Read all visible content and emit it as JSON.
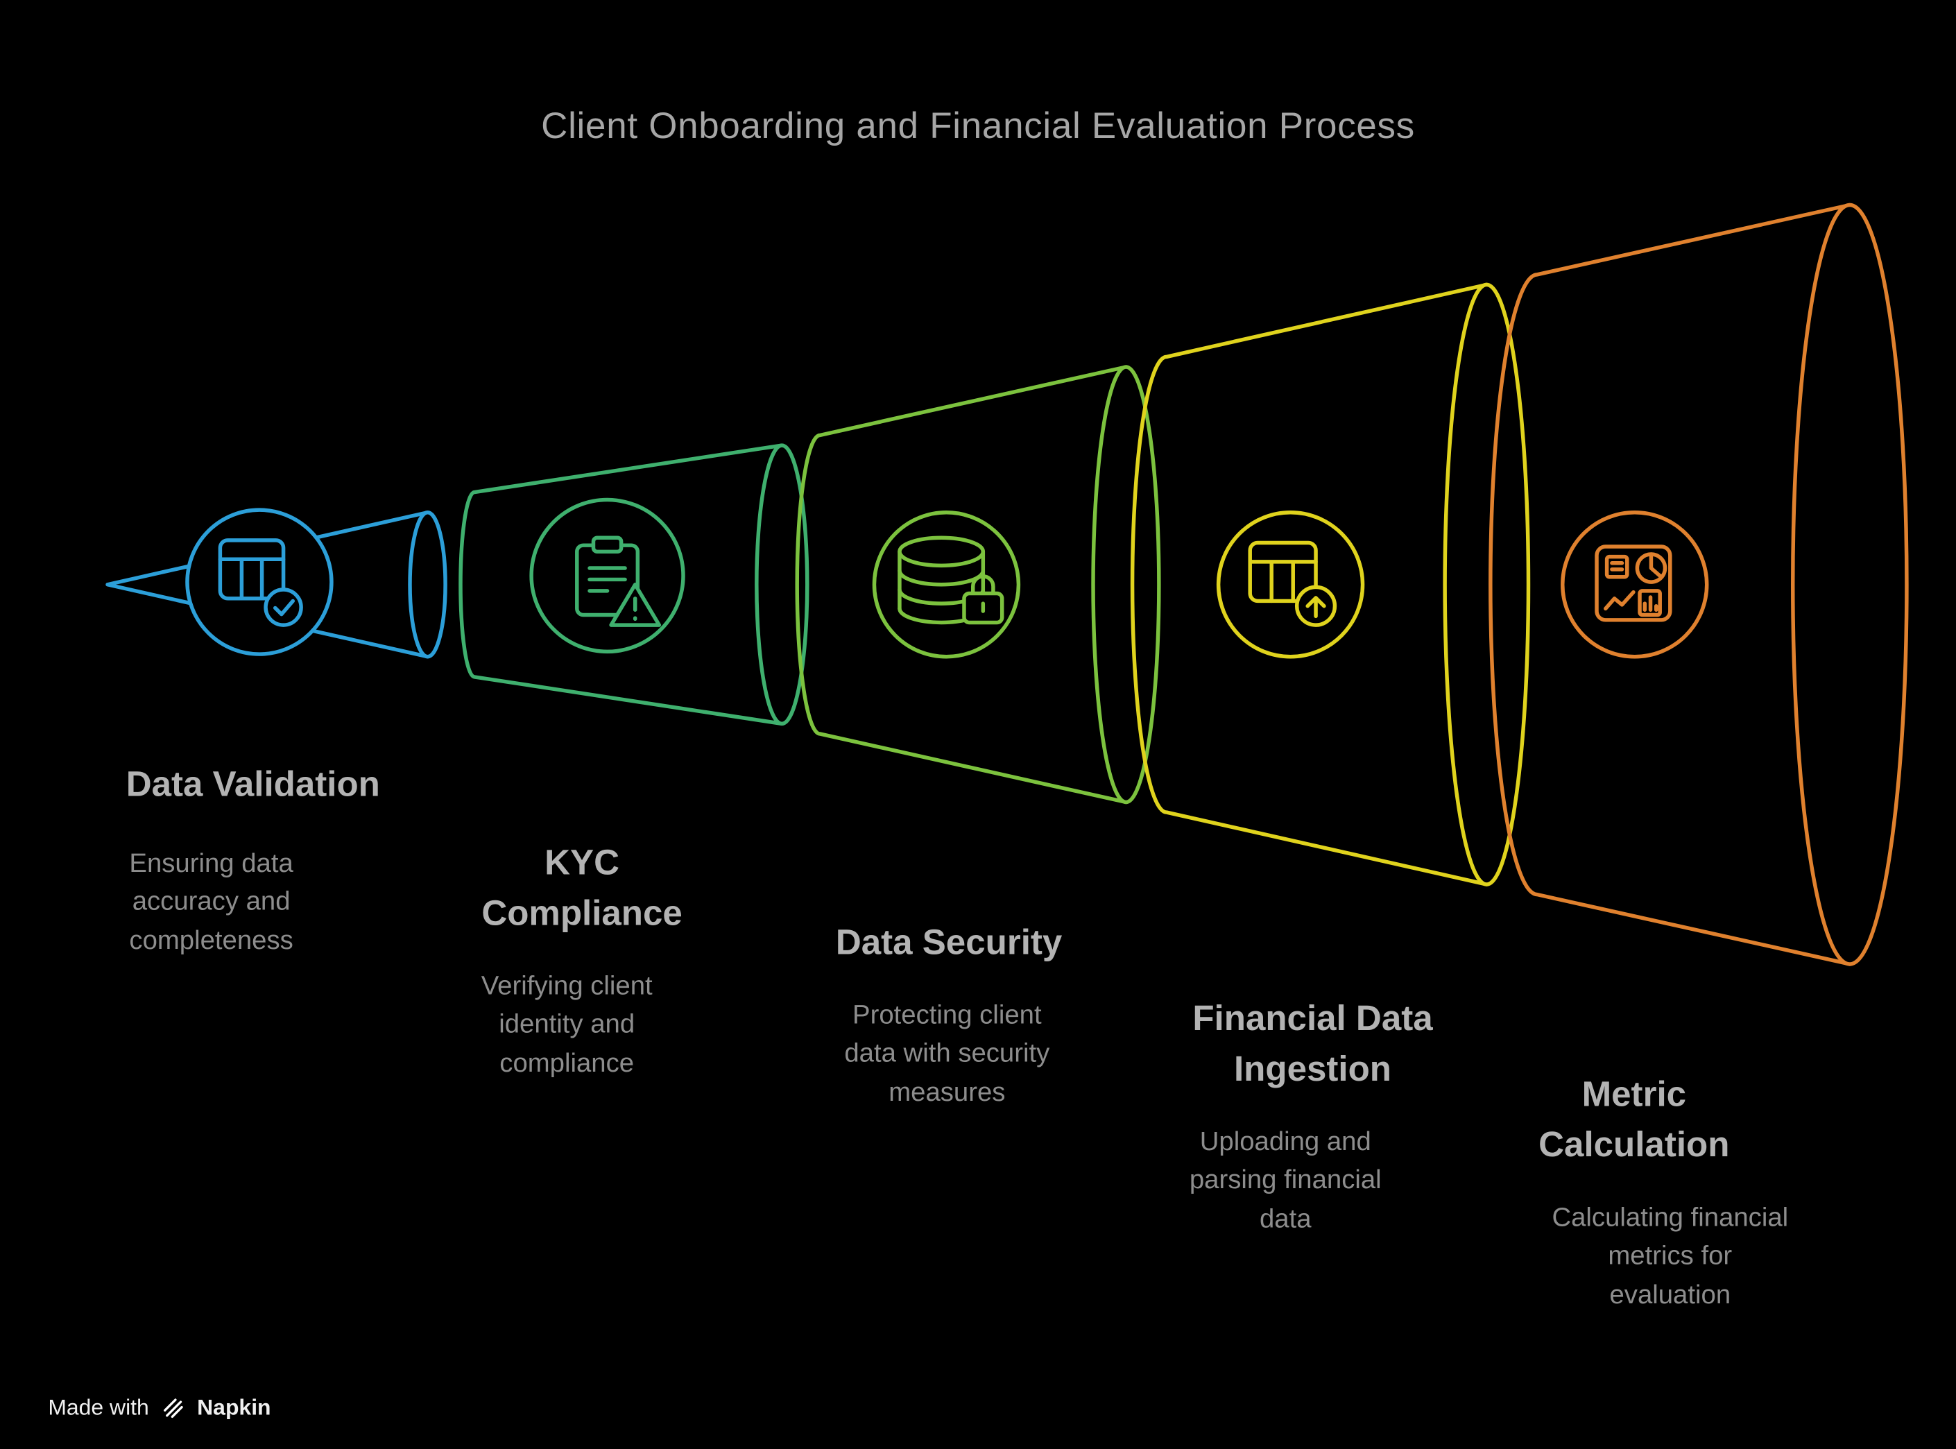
{
  "title": "Client Onboarding and Financial Evaluation Process",
  "stages": [
    {
      "name": "Data Validation",
      "description": "Ensuring data accuracy and completeness",
      "color": "#2c9fd9",
      "icon": "table-check-icon"
    },
    {
      "name": "KYC Compliance",
      "description": "Verifying client identity and compliance",
      "color": "#3fb06e",
      "icon": "clipboard-warning-icon"
    },
    {
      "name": "Data Security",
      "description": "Protecting client data with security measures",
      "color": "#7cc23e",
      "icon": "database-lock-icon"
    },
    {
      "name": "Financial Data Ingestion",
      "description": "Uploading and parsing financial data",
      "color": "#e0d31d",
      "icon": "table-upload-icon"
    },
    {
      "name": "Metric Calculation",
      "description": "Calculating financial metrics for evaluation",
      "color": "#e0812e",
      "icon": "metrics-report-icon"
    }
  ],
  "footer": {
    "made_with": "Made with",
    "brand": "Napkin"
  }
}
